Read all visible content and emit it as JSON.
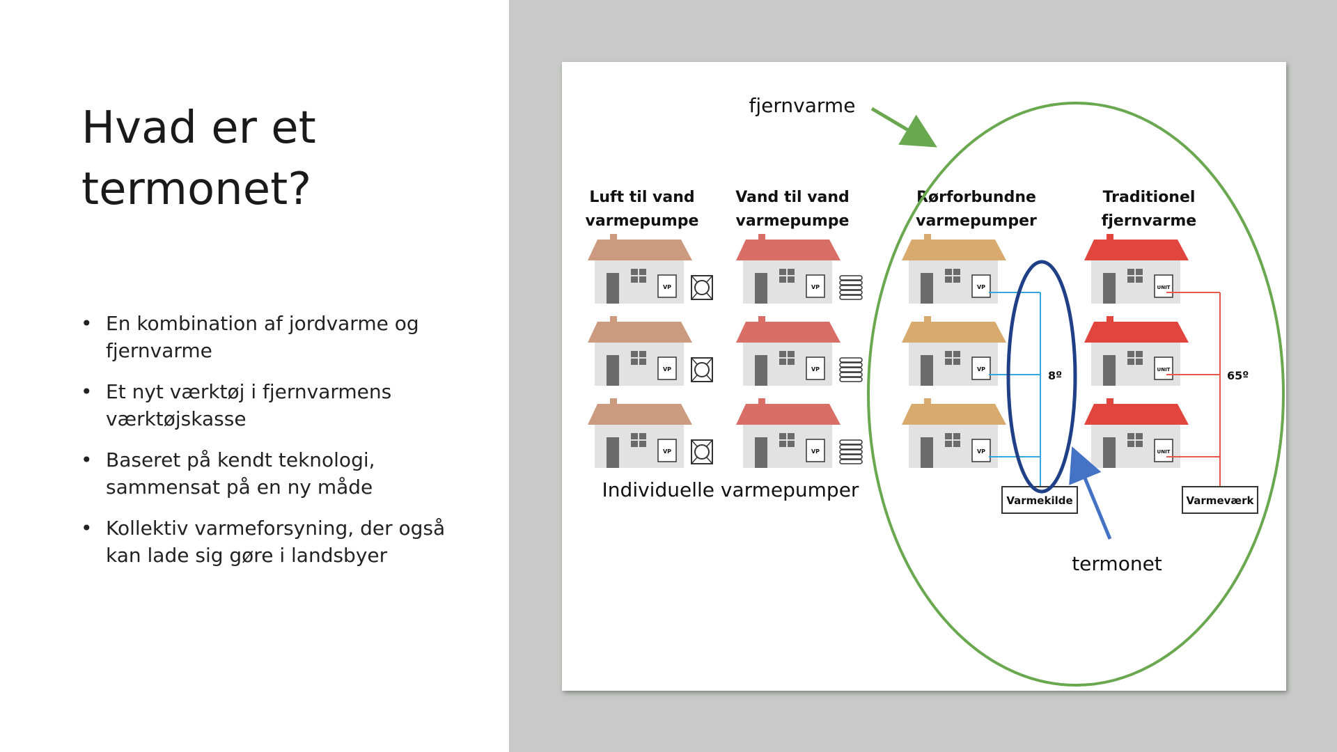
{
  "slide": {
    "title_line1": "Hvad er et",
    "title_line2": "termonet?",
    "bullets": [
      {
        "line1": "En kombination af jordvarme og",
        "line2": "fjernvarme"
      },
      {
        "line1": "Et nyt værktøj i fjernvarmens",
        "line2": "værktøjskasse"
      },
      {
        "line1": "Baseret på kendt teknologi,",
        "line2": "sammensat på en ny måde"
      },
      {
        "line1": "Kollektiv varmeforsyning, der også",
        "line2": "kan lade sig gøre i landsbyer"
      }
    ],
    "bullet_symbol": "•"
  },
  "diagram": {
    "fjernvarme_label": "fjernvarme",
    "termonet_label": "termonet",
    "individual_label": "Individuelle varmepumper",
    "columns": [
      {
        "title1": "Luft til vand",
        "title2": "varmepumpe",
        "roof_color": "#cc9a7f",
        "device": "fan"
      },
      {
        "title1": "Vand til vand",
        "title2": "varmepumpe",
        "roof_color": "#d86e66",
        "device": "coil"
      },
      {
        "title1": "Rørforbundne",
        "title2": "varmepumper",
        "roof_color": "#d8aa6e",
        "device": "pipe"
      },
      {
        "title1": "Traditionel",
        "title2": "fjernvarme",
        "roof_color": "#e0463e",
        "device": "pipe"
      }
    ],
    "vp_label": "VP",
    "unit_label": "UNIT",
    "temp_termonet": "8º",
    "temp_fjernvarme": "65º",
    "source_termonet": "Varmekilde",
    "source_fjernvarme": "Varmeværk",
    "colors": {
      "green_ellipse": "#6aa84f",
      "blue_ellipse": "#1f3f86",
      "blue_arrow": "#4472c4",
      "cold_pipe": "#35a7e0",
      "hot_pipe": "#e8574c",
      "wall": "#e2e2e2",
      "door": "#6b6b6b"
    }
  }
}
